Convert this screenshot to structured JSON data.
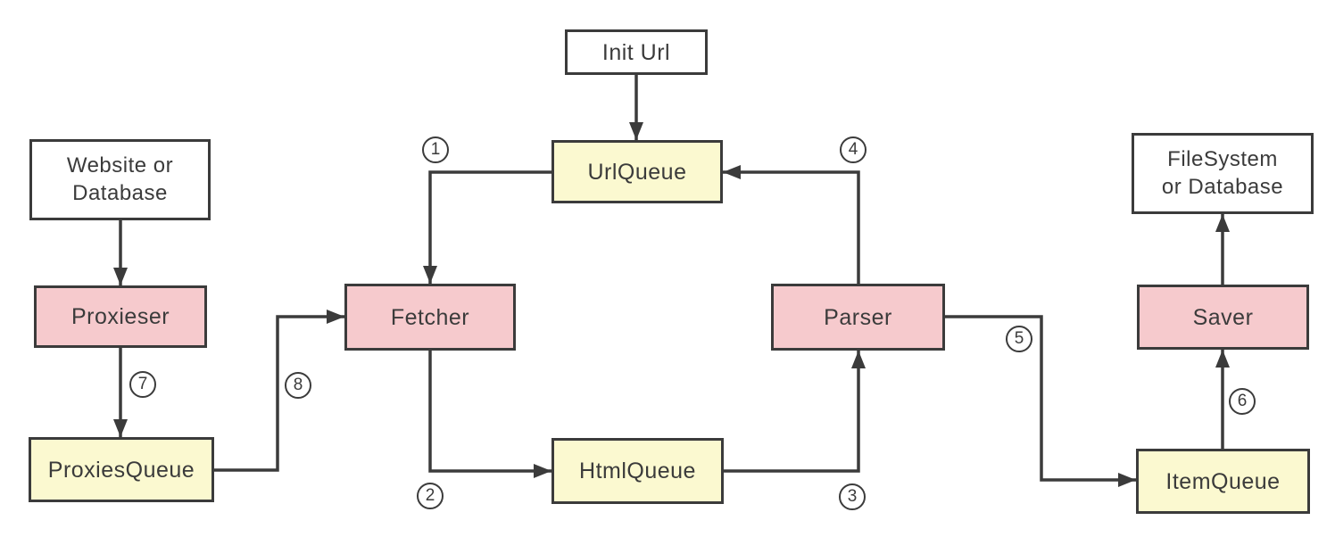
{
  "diagram": {
    "type": "flow-diagram",
    "subject": "web crawler architecture",
    "nodes": [
      {
        "id": "init-url",
        "label": "Init Url",
        "role": "input"
      },
      {
        "id": "url-queue",
        "label": "UrlQueue",
        "role": "queue"
      },
      {
        "id": "website-db",
        "line1": "Website or",
        "line2": "Database",
        "role": "io"
      },
      {
        "id": "proxieser",
        "label": "Proxieser",
        "role": "worker"
      },
      {
        "id": "proxies-queue",
        "label": "ProxiesQueue",
        "role": "queue"
      },
      {
        "id": "fetcher",
        "label": "Fetcher",
        "role": "worker"
      },
      {
        "id": "html-queue",
        "label": "HtmlQueue",
        "role": "queue"
      },
      {
        "id": "parser",
        "label": "Parser",
        "role": "worker"
      },
      {
        "id": "filesystem-db",
        "line1": "FileSystem",
        "line2": "or Database",
        "role": "io"
      },
      {
        "id": "saver",
        "label": "Saver",
        "role": "worker"
      },
      {
        "id": "item-queue",
        "label": "ItemQueue",
        "role": "queue"
      }
    ],
    "edges": [
      {
        "from": "init-url",
        "to": "url-queue",
        "step": ""
      },
      {
        "from": "url-queue",
        "to": "fetcher",
        "step": "1"
      },
      {
        "from": "fetcher",
        "to": "html-queue",
        "step": "2"
      },
      {
        "from": "html-queue",
        "to": "parser",
        "step": "3"
      },
      {
        "from": "parser",
        "to": "url-queue",
        "step": "4"
      },
      {
        "from": "parser",
        "to": "item-queue",
        "step": "5"
      },
      {
        "from": "item-queue",
        "to": "saver",
        "step": "6"
      },
      {
        "from": "saver",
        "to": "filesystem-db",
        "step": ""
      },
      {
        "from": "website-db",
        "to": "proxieser",
        "step": ""
      },
      {
        "from": "proxieser",
        "to": "proxies-queue",
        "step": "7"
      },
      {
        "from": "proxies-queue",
        "to": "fetcher",
        "step": "8"
      }
    ],
    "step_labels": [
      "1",
      "2",
      "3",
      "4",
      "5",
      "6",
      "7",
      "8"
    ],
    "colors": {
      "queue_fill": "#FBF9D0",
      "worker_fill": "#F6CACD",
      "io_fill": "#FFFFFF",
      "line": "#3B3B3B",
      "background": "#FFFFFF"
    }
  }
}
